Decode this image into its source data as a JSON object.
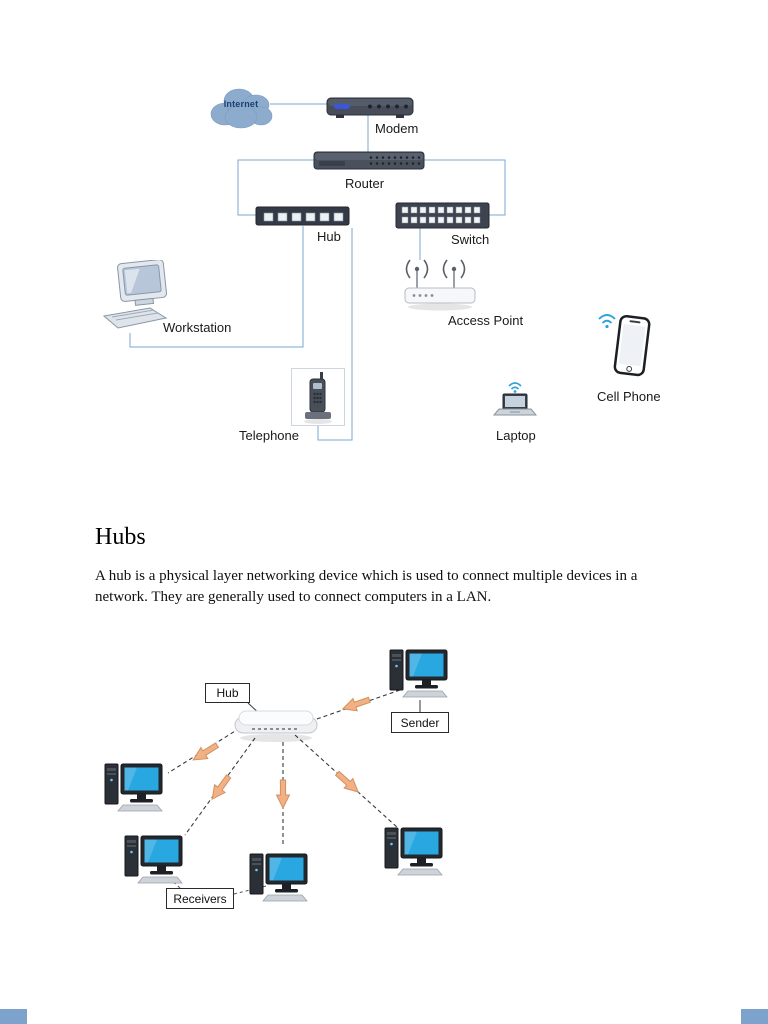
{
  "colors": {
    "connector_blue": "#7ba7d1",
    "screen_blue": "#29a7e1",
    "arrow_orange": "#f2b185",
    "page_corner_blue": "#7da2cb"
  },
  "network_diagram": {
    "labels": {
      "internet": "Internet",
      "modem": "Modem",
      "router": "Router",
      "hub": "Hub",
      "switch": "Switch",
      "access_point": "Access Point",
      "workstation": "Workstation",
      "telephone": "Telephone",
      "laptop": "Laptop",
      "cell_phone": "Cell Phone"
    }
  },
  "section": {
    "heading": "Hubs",
    "paragraph": "A hub is a physical layer networking device which is used to connect multiple devices in a network. They are generally used to connect computers in a LAN."
  },
  "hub_diagram": {
    "hub_label": "Hub",
    "sender_label": "Sender",
    "receivers_label": "Receivers"
  }
}
